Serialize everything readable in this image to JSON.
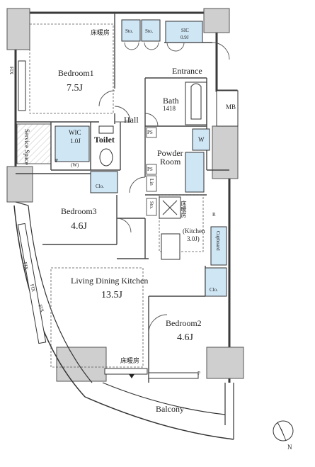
{
  "plan": {
    "rooms": {
      "bedroom1": {
        "name": "Bedroom1",
        "size": "7.5J"
      },
      "bedroom2": {
        "name": "Bedroom2",
        "size": "4.6J"
      },
      "bedroom3": {
        "name": "Bedroom3",
        "size": "4.6J"
      },
      "ldk": {
        "name": "Living Dining Kitchen",
        "size": "13.5J"
      },
      "hall": "Hall",
      "entrance": "Entrance",
      "bath": {
        "name": "Bath",
        "size": "1418"
      },
      "powder": {
        "name1": "Powder",
        "name2": "Room"
      },
      "wic": {
        "name": "WIC",
        "size": "1.0J"
      },
      "toilet": "Toilet",
      "kitchen": {
        "name": "(Kitchen",
        "size": "3.0J)"
      },
      "service_space": "Service Space",
      "balcony": "Balcony",
      "sic": {
        "name": "SIC",
        "size": "0.9J"
      },
      "mb": "MB"
    },
    "storage": {
      "sto": "Sto.",
      "clo": "Clo.",
      "cupboard": "Cupboard",
      "w_closet": "(W)",
      "w_washer": "W",
      "ps": "PS",
      "lin": "Lin",
      "p": "P",
      "r": "R"
    },
    "floor_heating": "床暖房",
    "fix": "FIX",
    "north": "N"
  }
}
